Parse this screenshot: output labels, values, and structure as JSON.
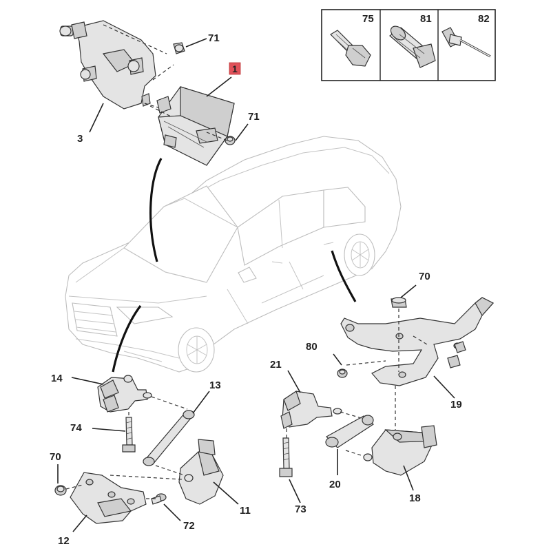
{
  "callouts": {
    "c71a": "71",
    "c1": "1",
    "c71b": "71",
    "c3": "3",
    "c70a": "70",
    "c80": "80",
    "c19": "19",
    "c21": "21",
    "c20": "20",
    "c18": "18",
    "c73": "73",
    "c14": "14",
    "c13": "13",
    "c74": "74",
    "c11": "11",
    "c70b": "70",
    "c72": "72",
    "c12": "12"
  },
  "legend": {
    "items": [
      {
        "label": "75",
        "icon": "bolt-icon"
      },
      {
        "label": "81",
        "icon": "rivet-nut-icon"
      },
      {
        "label": "82",
        "icon": "pop-rivet-icon"
      }
    ]
  },
  "colors": {
    "highlight": "#e0525a",
    "ink": "#222222",
    "part_fill": "#e4e4e4",
    "car_outline": "#bdbdbd"
  }
}
